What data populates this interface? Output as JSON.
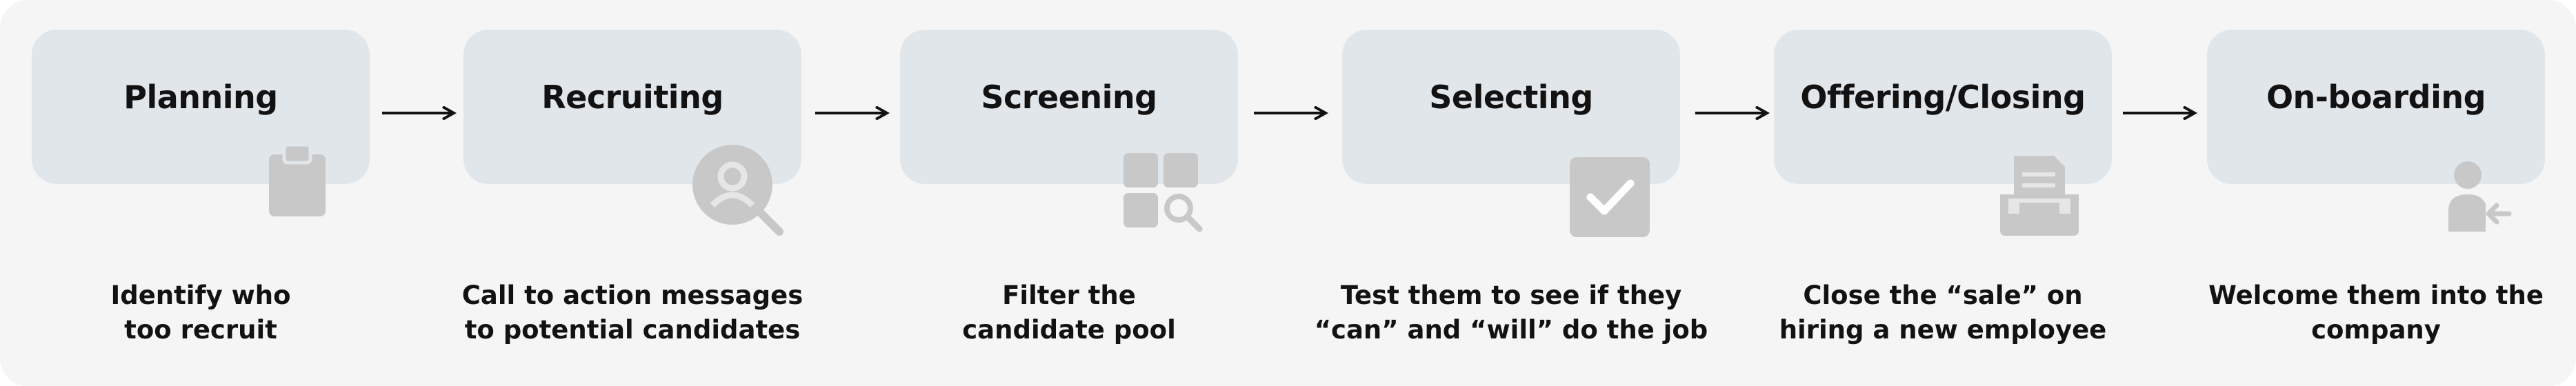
{
  "stages": [
    {
      "title": "Planning",
      "desc": [
        "Identify who",
        "too recruit"
      ],
      "icon": "clipboard-icon"
    },
    {
      "title": "Recruiting",
      "desc": [
        "Call to action messages",
        "to potential candidates"
      ],
      "icon": "user-search-icon"
    },
    {
      "title": "Screening",
      "desc": [
        "Filter the",
        "candidate pool"
      ],
      "icon": "grid-search-icon"
    },
    {
      "title": "Selecting",
      "desc": [
        "Test them to see if they",
        "“can” and “will” do the job"
      ],
      "icon": "checkbox-icon"
    },
    {
      "title": "Offering/Closing",
      "desc": [
        "Close the “sale” on",
        "hiring a new employee"
      ],
      "icon": "document-tray-icon"
    },
    {
      "title": "On-boarding",
      "desc": [
        "Welcome them into the",
        "company"
      ],
      "icon": "user-add-icon"
    }
  ],
  "colors": {
    "box": "#e1e6ea",
    "icon": "#c8c8c8",
    "text": "#121212",
    "background": "#f5f5f5"
  }
}
